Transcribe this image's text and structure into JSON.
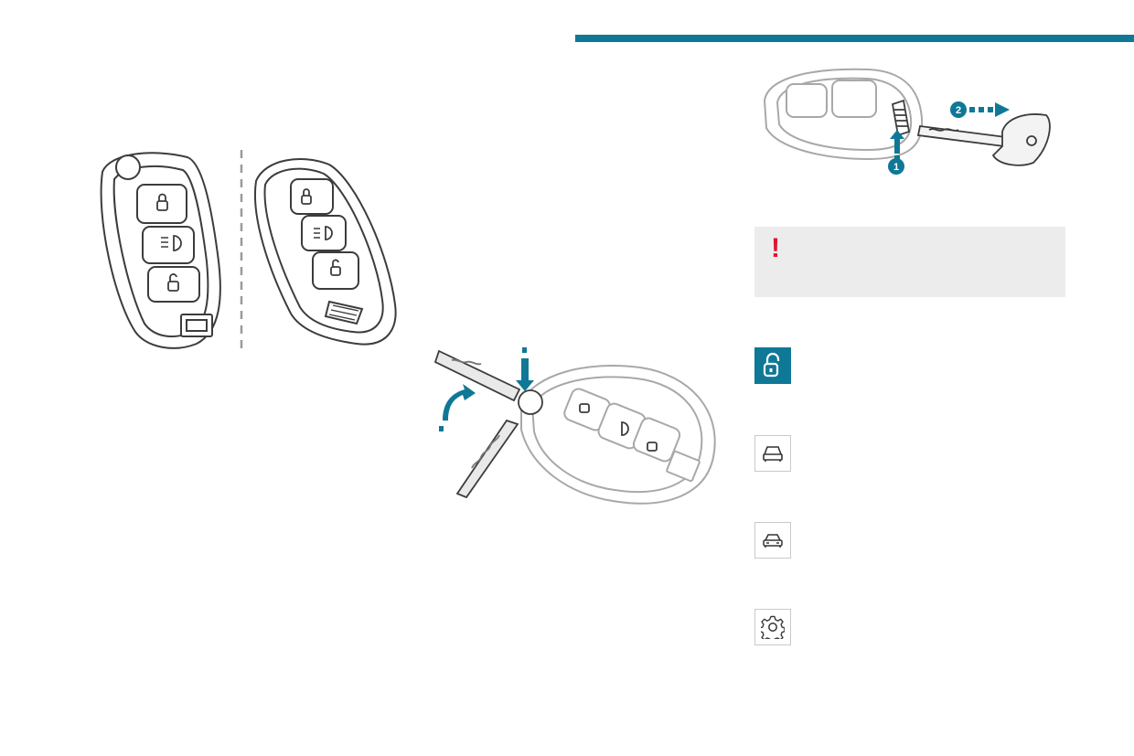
{
  "colors": {
    "accent": "#0f7896",
    "warning": "#e0142f",
    "line_art": "#3c3c3c",
    "light_line_art": "#a8a8a8",
    "panel_gray": "#ececec"
  },
  "warning_panel": {
    "symbol": "!"
  },
  "figure_top_right": {
    "step_1": "1",
    "step_2": "2"
  },
  "icons": [
    {
      "name": "unlock-padlock-icon",
      "style": "filled"
    },
    {
      "name": "car-front-outline-icon",
      "style": "outline"
    },
    {
      "name": "car-front-detailed-icon",
      "style": "outline"
    },
    {
      "name": "gear-icon",
      "style": "outline"
    }
  ]
}
